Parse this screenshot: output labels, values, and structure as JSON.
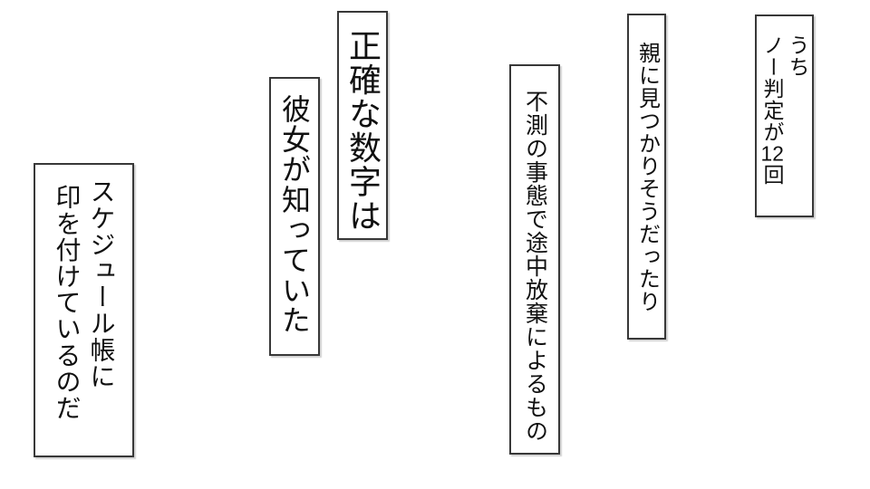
{
  "page": {
    "background_color": "#ffffff",
    "panel_border_color": "#383838",
    "text_color": "#101010"
  },
  "panels": {
    "no_count": {
      "col1": "うち",
      "col2_prefix": "ノー判定が",
      "col2_number": "12",
      "col2_suffix": "回"
    },
    "parents": {
      "text": "親に見つかりそうだったり"
    },
    "unforeseen": {
      "text": "不測の事態で途中放棄によるもの"
    },
    "exact": {
      "text": "正確な数字は"
    },
    "she_knew": {
      "text": "彼女が知っていた"
    },
    "schedule": {
      "col1": "スケジュール帳に",
      "col2": "印を付けているのだ"
    }
  }
}
